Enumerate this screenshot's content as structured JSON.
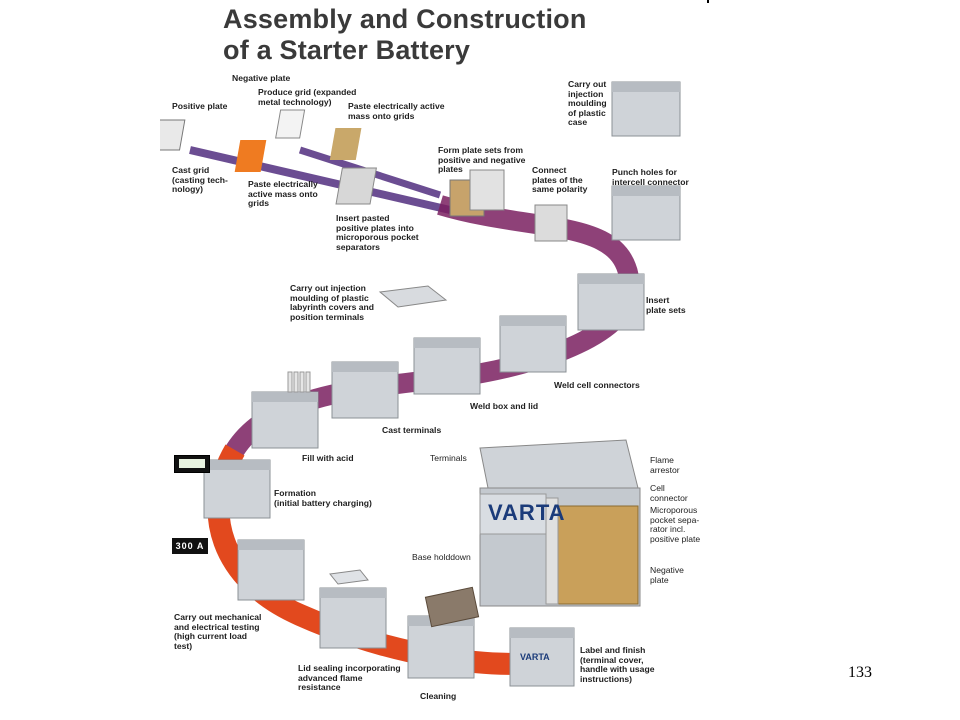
{
  "title_line1": "Assembly and Construction",
  "title_line2": "of a Starter Battery",
  "slide_number": "133",
  "brand": "VARTA",
  "meter_reading": "300 A",
  "labels": {
    "negative_plate": "Negative plate",
    "produce_grid": "Produce grid (expanded\nmetal technology)",
    "paste_grids": "Paste electrically active\nmass onto grids",
    "positive_plate": "Positive plate",
    "cast_grid": "Cast grid\n(casting tech-\nnology)",
    "paste_mass": "Paste electrically\nactive mass onto\ngrids",
    "insert_pasted": "Insert pasted\npositive plates into\nmicroporous pocket\nseparators",
    "form_plate_sets": "Form plate sets from\npositive and negative\nplates",
    "connect_plates": "Connect\nplates of the\nsame polarity",
    "injection_case": "Carry out\ninjection\nmoulding\nof plastic\ncase",
    "punch_holes": "Punch holes for\nintercell connector",
    "insert_plate_sets": "Insert\nplate sets",
    "labyrinth": "Carry out injection\nmoulding of plastic\nlabyrinth covers and\nposition terminals",
    "weld_cell": "Weld cell connectors",
    "weld_box": "Weld box and lid",
    "cast_terminals": "Cast terminals",
    "fill_acid": "Fill with acid",
    "formation": "Formation\n(initial battery charging)",
    "testing": "Carry out mechanical\nand electrical testing\n(high current load\ntest)",
    "lid_sealing": "Lid sealing incorporating\nadvanced flame\nresistance",
    "cleaning": "Cleaning",
    "label_finish": "Label and finish\n(terminal cover,\nhandle with usage\ninstructions)",
    "terminals": "Terminals",
    "flame_arrestor": "Flame\narrestor",
    "cell_connector": "Cell\nconnector",
    "microporous": "Microporous\npocket sepa-\nrator incl.\npositive plate",
    "base_holddown": "Base holddown",
    "negative_plate2": "Negative\nplate"
  }
}
